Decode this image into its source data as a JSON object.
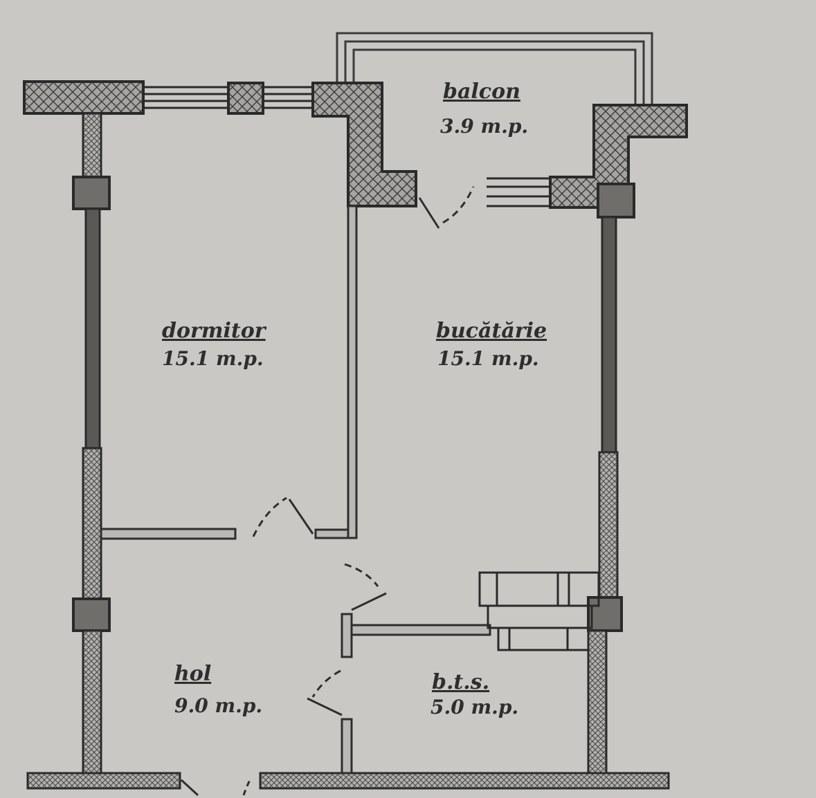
{
  "rooms": {
    "balcon": {
      "name": "balcon",
      "area": "3.9 m.p."
    },
    "dormitor": {
      "name": "dormitor",
      "area": "15.1 m.p."
    },
    "bucatarie": {
      "name": "bucătărie",
      "area": "15.1 m.p."
    },
    "hol": {
      "name": "hol",
      "area": "9.0 m.p."
    },
    "bts": {
      "name": "b.t.s.",
      "area": "5.0 m.p."
    }
  },
  "colors": {
    "paper": "#c9c8c4",
    "wall_fill": "#a5a4a0",
    "wall_stroke": "#2a2a2a",
    "column_fill": "#6f6e6b",
    "line": "#2e2e2e"
  }
}
